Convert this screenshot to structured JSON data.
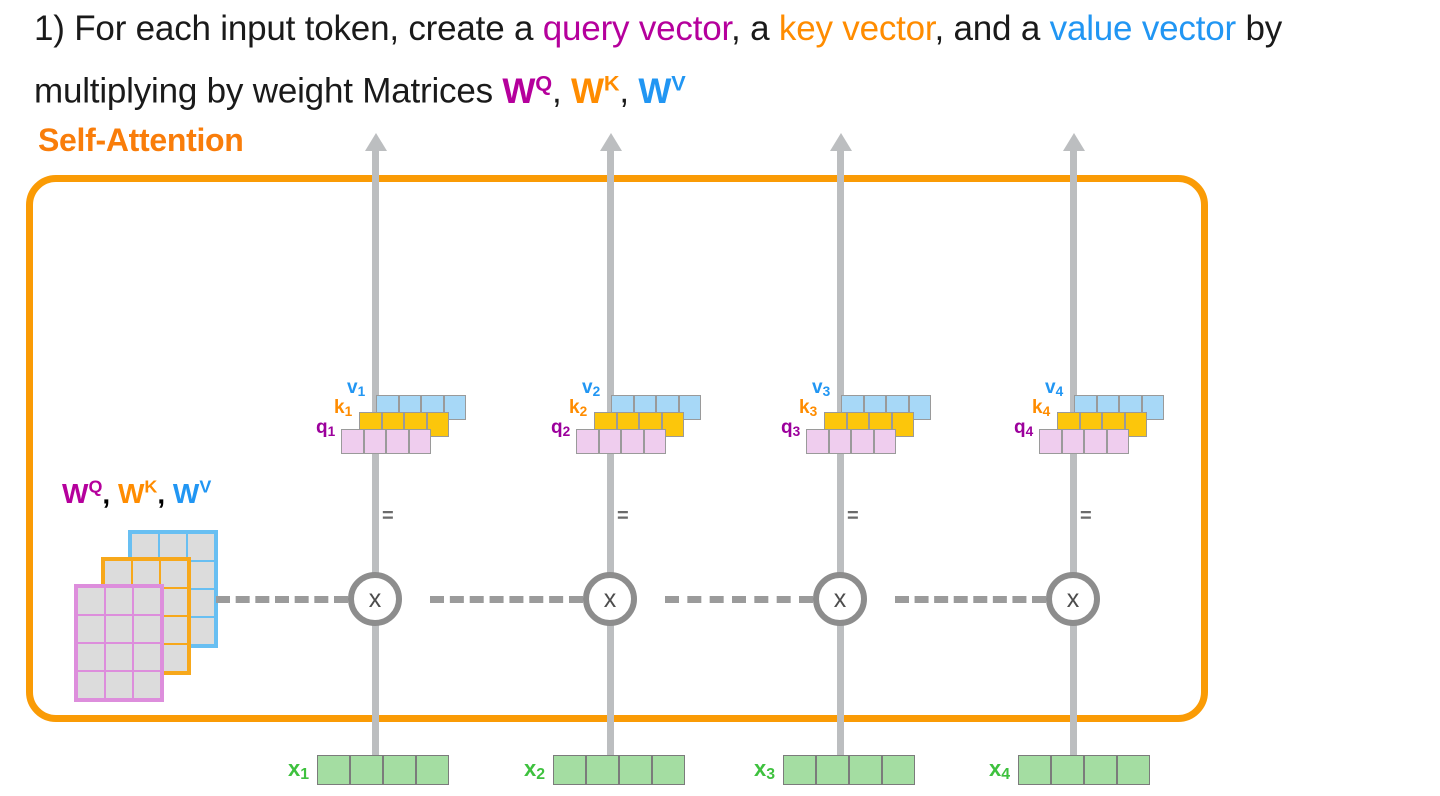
{
  "headline": {
    "part1": "1) For each input token, create a ",
    "query": "query vector",
    "part2": ", a ",
    "key": "key vector",
    "part3": ", and a ",
    "value": "value vector",
    "part4": " by multiplying by weight Matrices ",
    "wq": "W",
    "wq_sup": "Q",
    "sep1": ", ",
    "wk": "W",
    "wk_sup": "K",
    "sep2": ", ",
    "wv": "W",
    "wv_sup": "V"
  },
  "self_attention_label": "Self-Attention",
  "weight_matrices": {
    "label_wq": "W",
    "label_wq_sup": "Q",
    "label_comma1": ", ",
    "label_wk": "W",
    "label_wk_sup": "K",
    "label_comma2": ", ",
    "label_wv": "W",
    "label_wv_sup": "V",
    "rows": 4,
    "cols": 3,
    "cell_fill": "#dcdcdc",
    "border_q": "#dd8edc",
    "border_k": "#f7a81b",
    "border_v": "#68bff2"
  },
  "multiply_symbol": "x",
  "equals_symbol": "=",
  "columns": [
    {
      "index": 1,
      "input_label": "x",
      "input_sub": "1",
      "q_label": "q",
      "q_sub": "1",
      "k_label": "k",
      "k_sub": "1",
      "v_label": "v",
      "v_sub": "1",
      "vector_cells": 4,
      "input_cells": 4
    },
    {
      "index": 2,
      "input_label": "x",
      "input_sub": "2",
      "q_label": "q",
      "q_sub": "2",
      "k_label": "k",
      "k_sub": "2",
      "v_label": "v",
      "v_sub": "2",
      "vector_cells": 4,
      "input_cells": 4
    },
    {
      "index": 3,
      "input_label": "x",
      "input_sub": "3",
      "q_label": "q",
      "q_sub": "3",
      "k_label": "k",
      "k_sub": "3",
      "v_label": "v",
      "v_sub": "3",
      "vector_cells": 4,
      "input_cells": 4
    },
    {
      "index": 4,
      "input_label": "x",
      "input_sub": "4",
      "q_label": "q",
      "q_sub": "4",
      "k_label": "k",
      "k_sub": "4",
      "v_label": "v",
      "v_sub": "4",
      "vector_cells": 4,
      "input_cells": 4
    }
  ],
  "colors": {
    "query": "#b5009c",
    "key": "#ff8c00",
    "value": "#2196f3",
    "self_attention_border": "#fa9b05",
    "input_vector": "#a4dda2",
    "input_label": "#3ec13e",
    "q_cell": "#efcdee",
    "k_cell": "#fcc60b",
    "v_cell": "#a7d8f7",
    "line": "#bcbec0",
    "dashed": "#9b9b9b",
    "circle": "#8d8d8d"
  }
}
